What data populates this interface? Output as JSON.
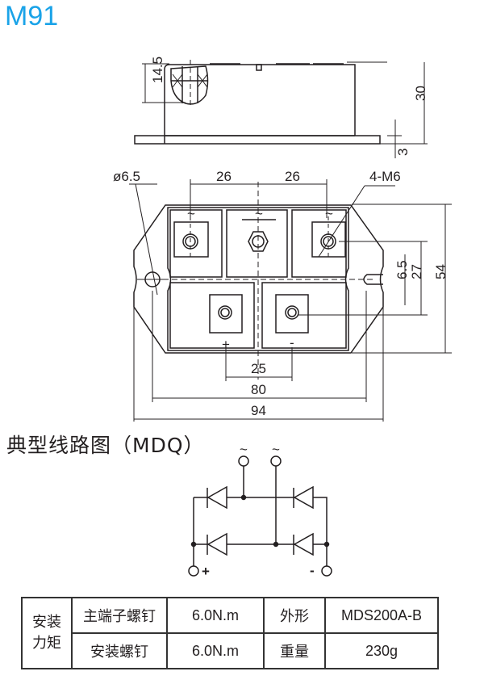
{
  "model_title": "M91",
  "side_view": {
    "dims": {
      "terminal_height": "14.5",
      "total_height": "30",
      "base_thickness": "3"
    }
  },
  "top_view": {
    "dims": {
      "mount_hole": "ø6.5",
      "terminal_pitch_left": "26",
      "terminal_pitch_right": "26",
      "screws": "4-M6",
      "slot_width": "6.5",
      "row_spacing": "27",
      "body_height": "54",
      "dc_pitch": "25",
      "mount_pitch": "80",
      "overall_length": "94"
    },
    "terminal_marks": {
      "ac1": "~",
      "ac_mid": "~",
      "ac2": "~",
      "plus": "+",
      "minus": "-"
    }
  },
  "circuit": {
    "heading": "典型线路图（MDQ）",
    "ac_label_1": "~",
    "ac_label_2": "~",
    "plus_label": "+",
    "minus_label": "-"
  },
  "spec_table": {
    "group_label_line1": "安装",
    "group_label_line2": "力矩",
    "rows": [
      {
        "item": "主端子螺钉",
        "value": "6.0N.m",
        "prop": "外形",
        "prop_value": "MDS200A-B"
      },
      {
        "item": "安装螺钉",
        "value": "6.0N.m",
        "prop": "重量",
        "prop_value": "230g"
      }
    ]
  }
}
